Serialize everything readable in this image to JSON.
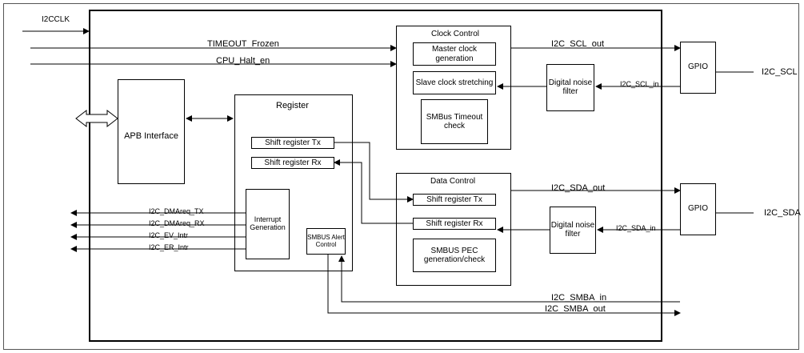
{
  "signals": {
    "i2cclk": "I2CCLK",
    "timeout_frozen": "TIMEOUT_Frozen",
    "cpu_halt_en": "CPU_Halt_en",
    "i2c_scl_out": "I2C_SCL_out",
    "i2c_scl_in": "I2C_SCL_in",
    "i2c_scl": "I2C_SCL",
    "i2c_sda_out": "I2C_SDA_out",
    "i2c_sda_in": "I2C_SDA_in",
    "i2c_sda": "I2C_SDA",
    "i2c_smba_in": "I2C_SMBA_in",
    "i2c_smba_out": "I2C_SMBA_out",
    "dmareq_tx": "I2C_DMAreq_TX",
    "dmareq_rx": "I2C_DMAreq_RX",
    "ev_intr": "I2C_EV_Intr",
    "er_intr": "I2C_ER_Intr"
  },
  "blocks": {
    "apb_interface": "APB Interface",
    "register": "Register",
    "shift_tx_reg": "Shift register Tx",
    "shift_rx_reg": "Shift register Rx",
    "interrupt_generation": "Interrupt Generation",
    "smbus_alert_control": "SMBUS Alert Control",
    "clock_control": "Clock Control",
    "master_clock_generation": "Master clock generation",
    "slave_clock_stretching": "Slave clock stretching",
    "smbus_timeout_check": "SMBus Timeout check",
    "data_control": "Data Control",
    "shift_tx_data": "Shift register Tx",
    "shift_rx_data": "Shift register Rx",
    "smbus_pec": "SMBUS PEC generation/check",
    "digital_noise_filter_scl": "Digital noise filter",
    "digital_noise_filter_sda": "Digital noise filter",
    "gpio_scl": "GPIO",
    "gpio_sda": "GPIO"
  }
}
